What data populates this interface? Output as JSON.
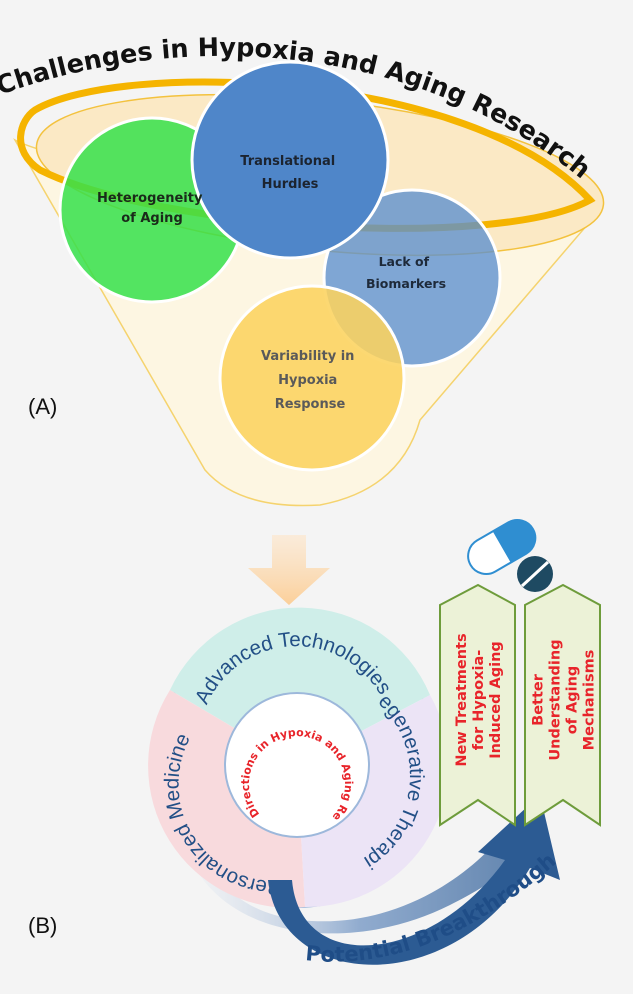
{
  "panel_a": {
    "label": "(A)",
    "title": "Challenges in Hypoxia and Aging Research",
    "circles": [
      {
        "id": "heterogeneity",
        "lines": [
          "Heterogeneity",
          "of Aging"
        ],
        "color": "#35e04a"
      },
      {
        "id": "translational",
        "lines": [
          "Translational",
          "Hurdles"
        ],
        "color": "#4f86c9"
      },
      {
        "id": "biomarkers",
        "lines": [
          "Lack of",
          "Biomarkers"
        ],
        "color": "#5b8fd0"
      },
      {
        "id": "variability",
        "lines": [
          "Variability in",
          "Hypoxia",
          "Response"
        ],
        "color": "#fcd35e"
      }
    ],
    "funnel_color": "#fdf6e2",
    "ring_color": "#f5b400"
  },
  "panel_b": {
    "label": "(B)",
    "inner_text": "Future Directions in Hypoxia and Aging Research",
    "segments": [
      {
        "id": "advanced",
        "text": "Advanced Technologies",
        "color": "#cfeee9"
      },
      {
        "id": "regenerative",
        "text": "Regenerative Therapies",
        "color": "#ece4f6"
      },
      {
        "id": "personalized",
        "text": "Personalized Medicine",
        "color": "#f8dadd"
      }
    ],
    "breakthroughs": "Potential Breakthroughs",
    "banners": [
      {
        "id": "treatments",
        "lines": [
          "New Treatments",
          "for Hypoxia-",
          "Induced Aging"
        ]
      },
      {
        "id": "understanding",
        "lines": [
          "Better",
          "Understanding",
          "of Aging",
          "Mechanisms"
        ]
      }
    ],
    "banner_text_color": "#e8242a",
    "arrow_color": "#2c5b93"
  }
}
